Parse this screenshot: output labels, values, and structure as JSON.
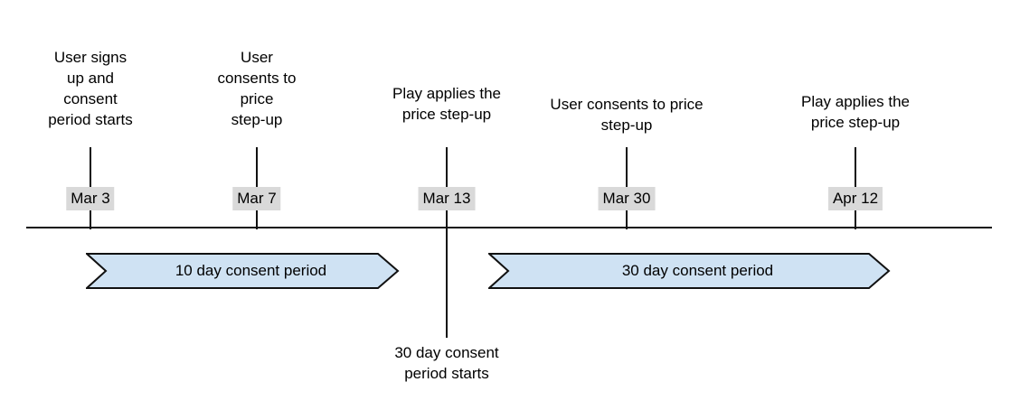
{
  "diagram": {
    "background": "#ffffff",
    "colors": {
      "arrow_fill": "#cfe2f3",
      "arrow_border": "#111111",
      "date_chip_bg": "#d9d9d9",
      "text": "#000000",
      "axis_line": "#111111"
    },
    "events": [
      {
        "date": "Mar 3",
        "title": "User signs\nup and\nconsent\nperiod starts"
      },
      {
        "date": "Mar 7",
        "title": "User\nconsents to\nprice\nstep-up"
      },
      {
        "date": "Mar 13",
        "title": "Play applies the\nprice step-up",
        "below_note": "30 day consent\nperiod starts"
      },
      {
        "date": "Mar 30",
        "title": "User consents to price\nstep-up"
      },
      {
        "date": "Apr 12",
        "title": "Play applies the\nprice step-up"
      }
    ],
    "periods": [
      {
        "label": "10 day consent period"
      },
      {
        "label": "30 day consent period"
      }
    ]
  }
}
